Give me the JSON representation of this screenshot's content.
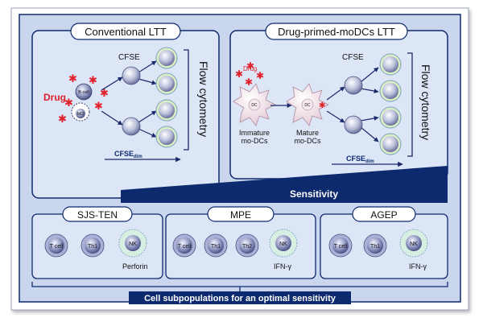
{
  "panels": {
    "conventional": {
      "title": "Conventional LTT",
      "drug_label": "Drug",
      "bcell_label": "B cell",
      "mo_label": "MO",
      "cfse_label": "CFSE",
      "cfse_dim_main": "CFSE",
      "cfse_dim_sub": "dim",
      "flow_label": "Flow cytometry"
    },
    "primed": {
      "title": "Drug-primed-moDCs LTT",
      "drug_label": "Drug",
      "dc_label": "DC",
      "immature_line1": "Immature",
      "immature_line2": "mo-DCs",
      "mature_line1": "Mature",
      "mature_line2": "mo-DCs",
      "cfse_label": "CFSE",
      "cfse_dim_main": "CFSE",
      "cfse_dim_sub": "dim",
      "flow_label": "Flow cytometry"
    }
  },
  "sensitivity_label": "Sensitivity",
  "groups": {
    "sjs": {
      "title": "SJS-TEN",
      "cells": [
        "T cell",
        "Th1",
        "NK"
      ],
      "marker": "Perforin"
    },
    "mpe": {
      "title": "MPE",
      "cells": [
        "T cell",
        "Th1",
        "Th2",
        "NK"
      ],
      "marker": "IFN-γ"
    },
    "agep": {
      "title": "AGEP",
      "cells": [
        "T cell",
        "Th1",
        "NK"
      ],
      "marker": "IFN-γ"
    }
  },
  "bottom_banner": "Cell subpopulations for an optimal sensitivity",
  "colors": {
    "panel_bg": "#c9d6ee",
    "inner_bg": "#dde6f6",
    "navy": "#0d2a6e",
    "drug_red": "#e0202a"
  }
}
